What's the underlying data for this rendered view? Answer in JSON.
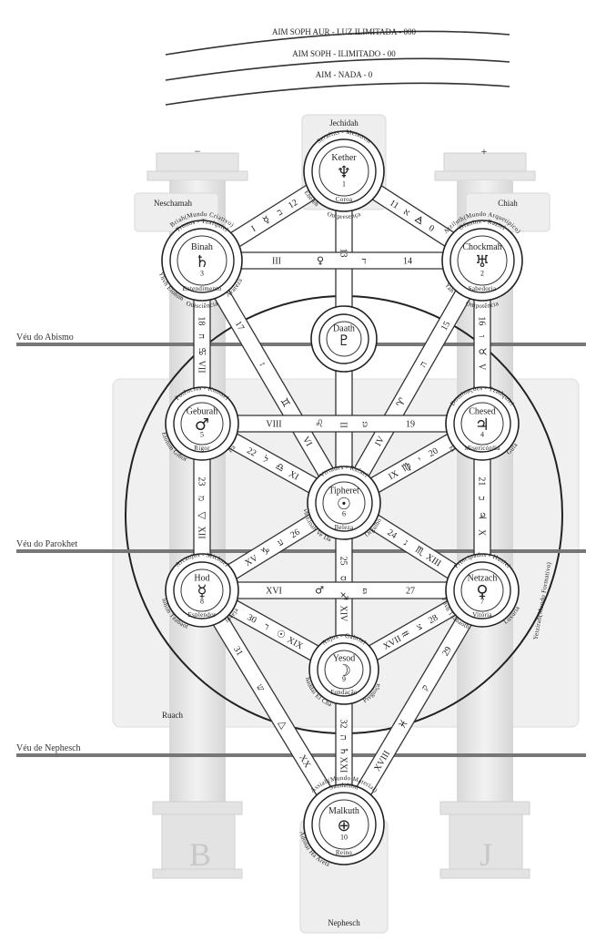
{
  "arcs": [
    "AIM SOPH AUR - LUZ ILIMITADA - 000",
    "AIM SOPH - ILIMITADO - 00",
    "AIM - NADA - 0"
  ],
  "regions": {
    "jechidah": "Jechidah",
    "neschamah": "Neschamah",
    "chiah": "Chiah",
    "ruach": "Ruach",
    "nephesch": "Nephesch",
    "yetzirah": "Yetzirah(Mundo Formativo)"
  },
  "veils": [
    "Véu do Abismo",
    "Véu do Parokhet",
    "Véu de Nephesch"
  ],
  "pillars": {
    "left": "B",
    "right": "J",
    "left_sign": "−",
    "right_sign": "+"
  },
  "sephiroth": {
    "kether": {
      "name": "Kether",
      "symbol": "♆",
      "number": "1",
      "title": "Coroa",
      "angels": "Serafins - Metatron",
      "god": "Eheieh",
      "quality": "Onipresença"
    },
    "chockmah": {
      "name": "Chockmah",
      "symbol": "♅",
      "number": "2",
      "title": "Sabedoria",
      "angels": "Ofanins - Raziel",
      "world": "Atziluth(Mundo Arquetípico)",
      "god": "Yah",
      "quality": "Onipotência"
    },
    "binah": {
      "name": "Binah",
      "symbol": "♄",
      "number": "3",
      "title": "Entendimento",
      "angels": "Tronos - Tzafquiel",
      "world": "Briah(Mundo Criativo)",
      "god": "Yhvh Elohim",
      "vice": "Avareza",
      "quality": "Onisciência"
    },
    "daath": {
      "name": "Daath",
      "symbol": "♇"
    },
    "chesed": {
      "name": "Chesed",
      "symbol": "♃",
      "number": "4",
      "title": "Misericórdia",
      "angels": "Dominações - Tzadquiel",
      "god": "El",
      "vice": "Gula"
    },
    "geburah": {
      "name": "Geburah",
      "symbol": "♂",
      "number": "5",
      "title": "Rigor",
      "angels": "Potências - Kamael",
      "god": "Elohim Gibor",
      "vice": "Ira"
    },
    "tipheret": {
      "name": "Tipheret",
      "symbol": "☉",
      "number": "6",
      "title": "Beleza",
      "angels": "Virtudes - Rafael",
      "god": "Yhvh Eloah Ve Daath",
      "vice": "Orgulho"
    },
    "netzach": {
      "name": "Netzach",
      "symbol": "♀",
      "number": "7",
      "title": "Vitória",
      "angels": "Principados - Haniel",
      "god": "Yhvh Tzabaoth",
      "vice": "Luxúria"
    },
    "hod": {
      "name": "Hod",
      "symbol": "☿",
      "number": "8",
      "title": "Esplendor",
      "angels": "Arcanjos - Michael",
      "god": "Elohim Tzabaoth",
      "vice": "Inveja"
    },
    "yesod": {
      "name": "Yesod",
      "symbol": "☽",
      "number": "9",
      "title": "Fundação",
      "angels": "Anjos - Gabriel",
      "god": "Shaddai El Chai",
      "vice": "Preguiça"
    },
    "malkuth": {
      "name": "Malkuth",
      "symbol": "⊕",
      "number": "10",
      "title": "Reino",
      "angels": "Sandalfon",
      "world": "Assiah(Mundo Material)",
      "god": "Adonai Ha Aretz"
    }
  },
  "paths": [
    {
      "n": "11",
      "heb": "א",
      "astro": "🜁",
      "tarot": "0"
    },
    {
      "n": "12",
      "heb": "ב",
      "astro": "☿",
      "tarot": "I"
    },
    {
      "n": "13",
      "heb": "ג",
      "astro": "☽",
      "tarot": "II"
    },
    {
      "n": "14",
      "heb": "ד",
      "astro": "♀",
      "tarot": "III"
    },
    {
      "n": "15",
      "heb": "ה",
      "astro": "♈",
      "tarot": "IV"
    },
    {
      "n": "16",
      "heb": "ו",
      "astro": "♉",
      "tarot": "V"
    },
    {
      "n": "17",
      "heb": "ז",
      "astro": "♊",
      "tarot": "VI"
    },
    {
      "n": "18",
      "heb": "ח",
      "astro": "♋",
      "tarot": "VII"
    },
    {
      "n": "19",
      "heb": "ט",
      "astro": "♌",
      "tarot": "VIII"
    },
    {
      "n": "20",
      "heb": "י",
      "astro": "♍",
      "tarot": "IX"
    },
    {
      "n": "21",
      "heb": "כ",
      "astro": "♃",
      "tarot": "X"
    },
    {
      "n": "22",
      "heb": "ל",
      "astro": "♎",
      "tarot": "XI"
    },
    {
      "n": "23",
      "heb": "מ",
      "astro": "▽",
      "tarot": "XII"
    },
    {
      "n": "24",
      "heb": "נ",
      "astro": "♏",
      "tarot": "XIII"
    },
    {
      "n": "25",
      "heb": "ס",
      "astro": "♐",
      "tarot": "XIV"
    },
    {
      "n": "26",
      "heb": "ע",
      "astro": "♑",
      "tarot": "XV"
    },
    {
      "n": "27",
      "heb": "פ",
      "astro": "♂",
      "tarot": "XVI"
    },
    {
      "n": "28",
      "heb": "צ",
      "astro": "♒",
      "tarot": "XVII"
    },
    {
      "n": "29",
      "heb": "ק",
      "astro": "♓",
      "tarot": "XVIII"
    },
    {
      "n": "30",
      "heb": "ר",
      "astro": "☉",
      "tarot": "XIX"
    },
    {
      "n": "31",
      "heb": "ש",
      "astro": "△",
      "tarot": "XX"
    },
    {
      "n": "32",
      "heb": "ת",
      "astro": "♄",
      "tarot": "XXI"
    }
  ]
}
